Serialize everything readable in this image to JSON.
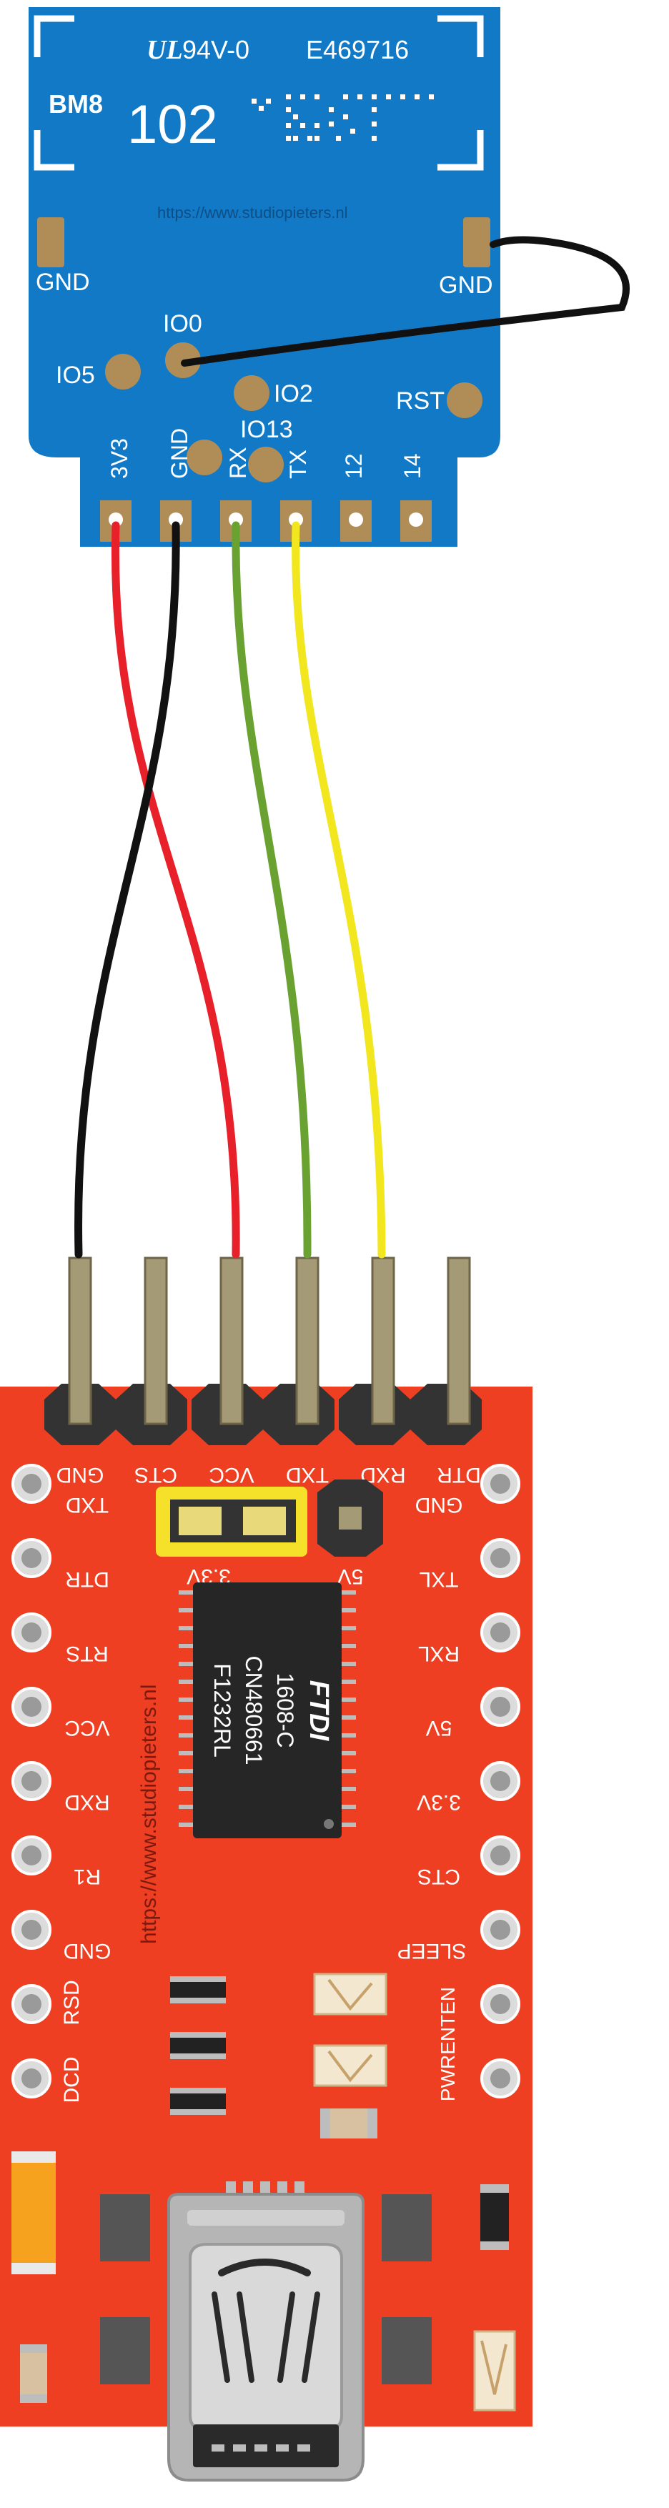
{
  "module": {
    "cert_mark": "94V-0",
    "cert_code": "E469716",
    "brand": "BM8",
    "model": "102",
    "watermark": "https://www.studiopieters.nl",
    "pad_gnd_left": "GND",
    "pad_gnd_right": "GND",
    "pad_io0": "IO0",
    "pad_io5": "IO5",
    "pad_io2": "IO2",
    "pad_io13": "IO13",
    "pad_rst": "RST",
    "pins": [
      "3V3",
      "GND",
      "RX",
      "TX",
      "12",
      "14"
    ]
  },
  "ftdi": {
    "top_pins": [
      "GND",
      "CTS",
      "VCC",
      "TXD",
      "RXD",
      "DTR"
    ],
    "jumper_3v3": "3.3V",
    "jumper_5v": "5V",
    "left_pins": [
      "TXD",
      "DTR",
      "RTS",
      "VCC",
      "RXD",
      "R1",
      "GND",
      "RSD",
      "DCD"
    ],
    "right_pins": [
      "GND",
      "TXL",
      "RXL",
      "5V",
      "3.3V",
      "CTS",
      "SLEEP",
      "PWRENTEN"
    ],
    "watermark": "https://www.studiopieters.nl",
    "chip_lines": [
      "FTDI",
      "1608-C",
      "CN480661",
      "F1232RL"
    ]
  },
  "colors": {
    "module_blue": "#1279c7",
    "board_red": "#ee3f23",
    "wire_red": "#e8202a",
    "wire_black": "#111111",
    "wire_green": "#6aa231",
    "wire_yellow": "#f2e61e",
    "pad_gold": "#b08d57",
    "jumper_yellow": "#f5e12a"
  }
}
